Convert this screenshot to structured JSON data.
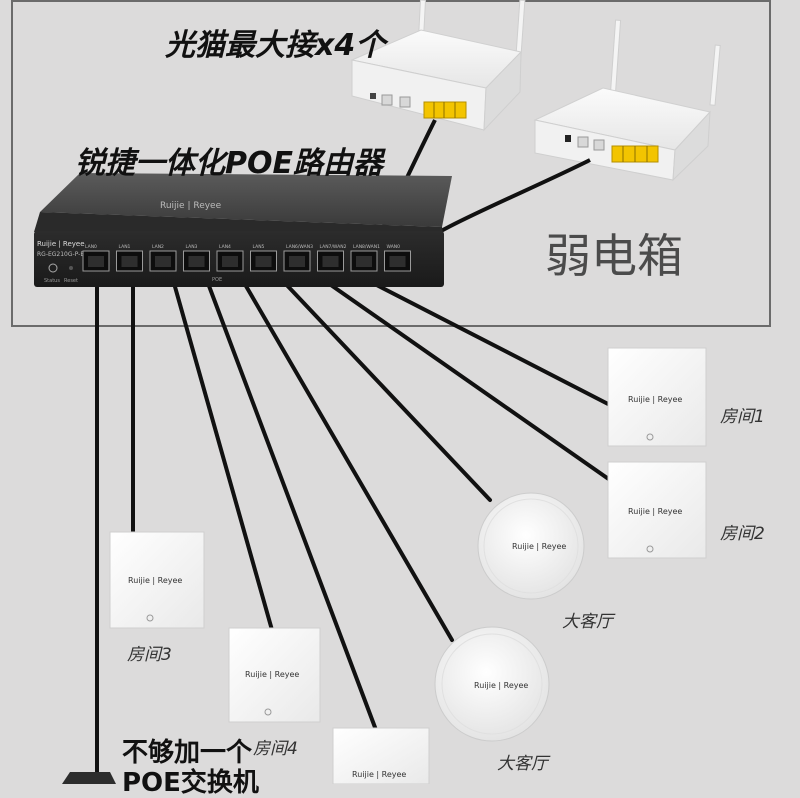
{
  "labels": {
    "modem_note": "光猫最大接x4个",
    "router_title": "锐捷一体化POE路由器",
    "cabinet": "弱电箱",
    "room1": "房间1",
    "room2": "房间2",
    "room3": "房间3",
    "room4": "房间4",
    "living_room_1": "大客厅",
    "living_room_2": "大客厅",
    "switch_note_line1": "不够加一个",
    "switch_note_line2": "POE交换机"
  },
  "router": {
    "brand": "Ruijie | Reyee",
    "model": "RG-EG210G-P-E",
    "ports": [
      "LAN0",
      "LAN1",
      "LAN2",
      "LAN3",
      "LAN4",
      "LAN5",
      "LAN6/WAN3",
      "LAN7/WAN2",
      "LAN8/WAN1",
      "WAN0"
    ],
    "status_label": "Status",
    "reset_label": "Reset",
    "poe_label": "POE"
  },
  "device_brand": "Ruijie | Reyee",
  "colors": {
    "background": "#dcdbdb",
    "cabinet_border": "#6b6b6b",
    "router_body": "#2b2b2b",
    "cable": "#111111",
    "port_yellow": "#f3c400"
  }
}
